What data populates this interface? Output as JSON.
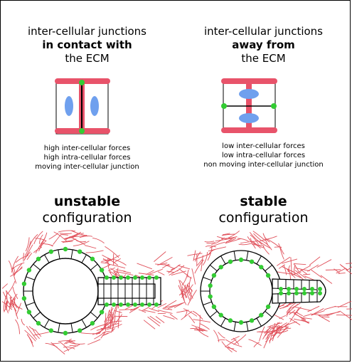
{
  "left": {
    "header_line1": "inter-cellular junctions",
    "header_line2": "in contact with",
    "header_line3": "the ECM",
    "desc_lines": [
      "high inter-cellular forces",
      "high intra-cellular forces",
      "moving inter-cellular junction"
    ],
    "state_bold": "unstable",
    "state_normal": "configuration"
  },
  "right": {
    "header_line1": "inter-cellular junctions",
    "header_line2": "away from",
    "header_line3": "the ECM",
    "desc_lines": [
      "low inter-cellular forces",
      "low intra-cellular forces",
      "non moving inter-cellular junction"
    ],
    "state_bold": "stable",
    "state_normal": "configuration"
  },
  "colors": {
    "ecm_red": "#e8536a",
    "junction_green": "#33cc33",
    "nucleus_blue": "#6fa0ee",
    "ecm_fiber": "#e0505a"
  }
}
